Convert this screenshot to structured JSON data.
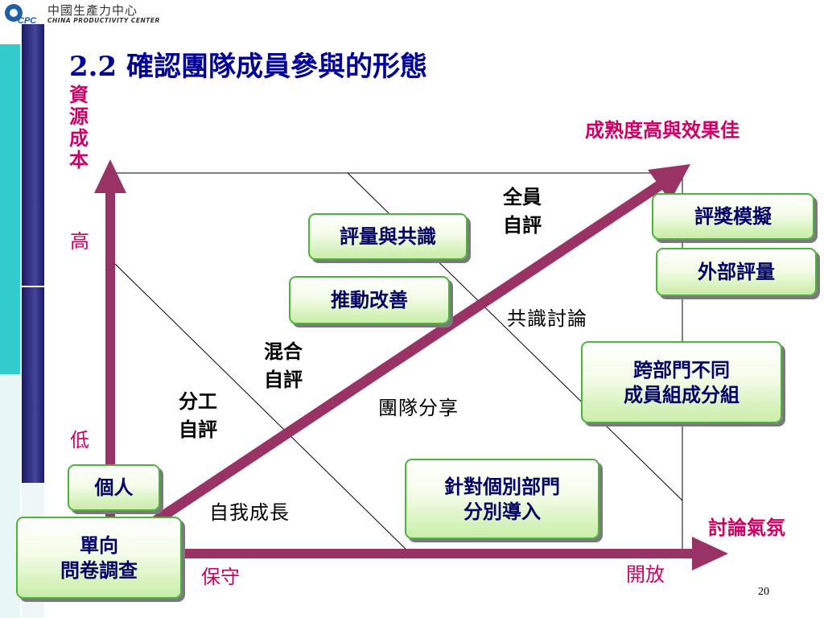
{
  "header": {
    "logo_cn": "中國生產力中心",
    "logo_en": "CHINA PRODUCTIVITY CENTER",
    "title": "2.2 確認團隊成員參與的形態"
  },
  "axes": {
    "y_title": "資源成本",
    "y_high": "高",
    "y_low": "低",
    "x_title": "討論氣氛",
    "x_low": "保守",
    "x_high": "開放",
    "diagonal_label": "成熟度高與效果佳"
  },
  "zones": {
    "self_growth": "自我成長",
    "team_share": "團隊分享",
    "consensus": "共識討論"
  },
  "stages": {
    "division": [
      "分工",
      "自評"
    ],
    "mixed": [
      "混合",
      "自評"
    ],
    "all": [
      "全員",
      "自評"
    ]
  },
  "boxes": {
    "personal": "個人",
    "survey": [
      "單向",
      "問卷調查"
    ],
    "consensus_eval": "評量與共識",
    "improve": "推動改善",
    "award": "評獎模擬",
    "external": "外部評量",
    "cross_dept": [
      "跨部門不同",
      "成員組成分組"
    ],
    "dept": [
      "針對個別部門",
      "分別導入"
    ]
  },
  "page_number": "20",
  "colors": {
    "title": "#000099",
    "accent": "#cc0066",
    "arrow": "#993366",
    "box_border": "#4db33d",
    "stripe_dark": "#1a1a66",
    "stripe_teal": "#33cccc"
  }
}
